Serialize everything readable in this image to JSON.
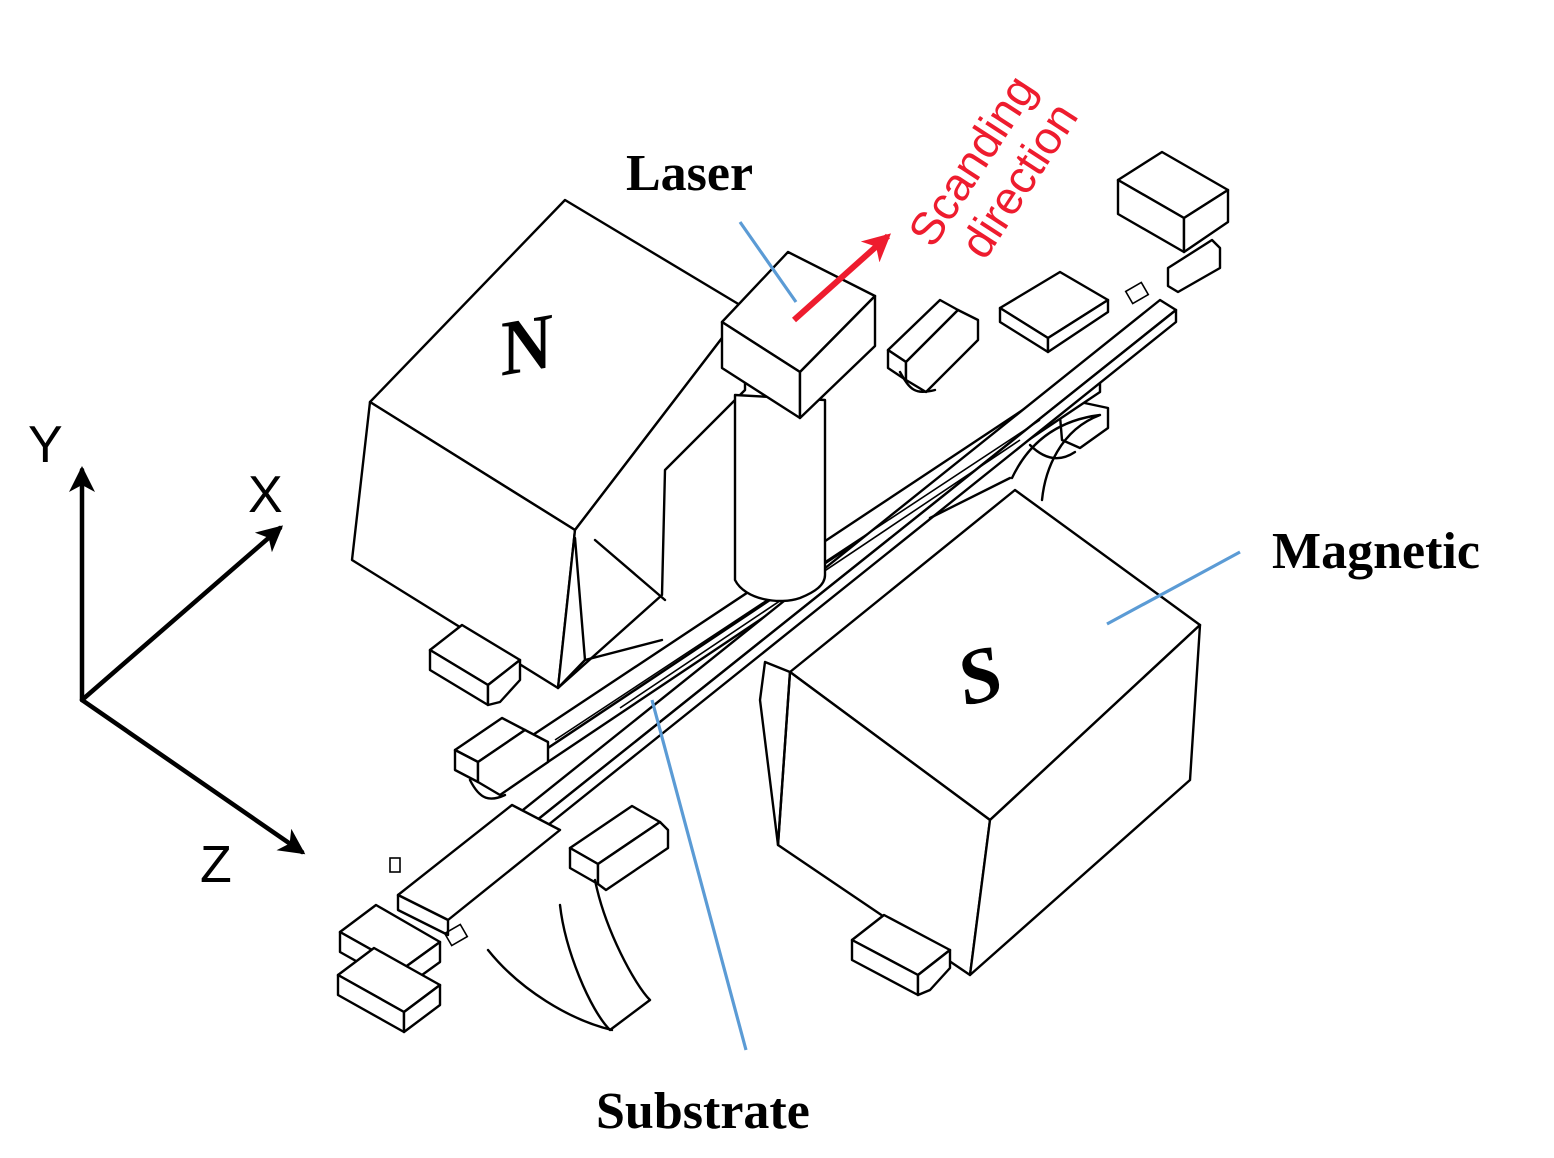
{
  "axes": {
    "x": "X",
    "y": "Y",
    "z": "Z"
  },
  "labels": {
    "laser": "Laser",
    "magnetic": "Magnetic",
    "substrate": "Substrate",
    "scan_line1": "Scanding",
    "scan_line2": "direction"
  },
  "poles": {
    "north": "N",
    "south": "S"
  },
  "colors": {
    "leader_lines": "#5b9bd5",
    "scan_arrow": "#ee1c2e",
    "linework": "#000000"
  }
}
